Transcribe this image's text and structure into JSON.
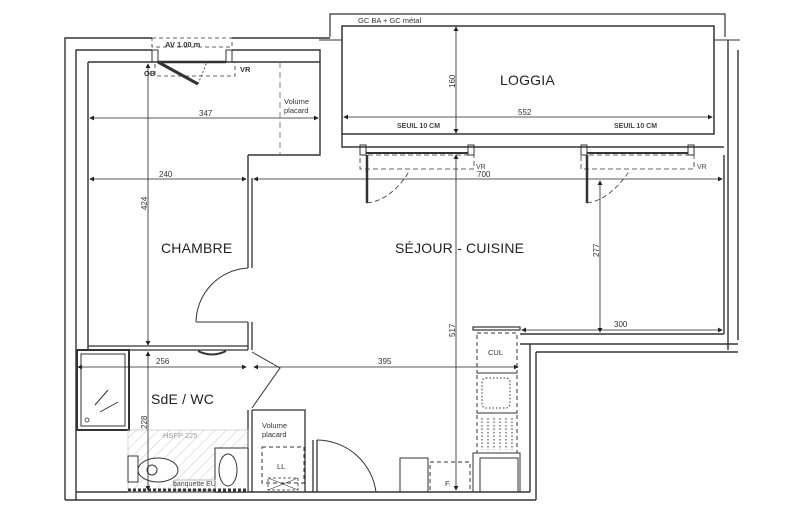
{
  "plan": {
    "rooms": {
      "loggia": "LOGGIA",
      "chambre": "CHAMBRE",
      "sejour_cuisine": "SÉJOUR - CUISINE",
      "sde_wc": "SdE / WC"
    },
    "dimensions": {
      "loggia_height": "160",
      "loggia_width": "552",
      "chambre_width_top": "347",
      "chambre_width": "240",
      "chambre_height": "424",
      "sejour_width": "700",
      "sejour_height_right": "277",
      "sejour_width_right": "300",
      "sejour_height_total": "517",
      "sde_width": "256",
      "sejour_width_lower": "395",
      "sde_height": "228"
    },
    "annotations": {
      "balustrade": "GC BA + GC métal",
      "window_av": "AV  1.00 m",
      "ob": "OB",
      "vr_chambre": "VR",
      "vr_door1": "VR",
      "vr_door2": "VR",
      "seuil_1": "SEUIL 10 CM",
      "seuil_2": "SEUIL 10 CM",
      "volume_placard_1_line1": "Volume",
      "volume_placard_1_line2": "placard",
      "volume_placard_2_line1": "Volume",
      "volume_placard_2_line2": "placard",
      "ll": "LL",
      "hsfp": "HSFP 225",
      "banquette": "banquette EU",
      "cul": "CUL",
      "frigo": "F."
    }
  }
}
